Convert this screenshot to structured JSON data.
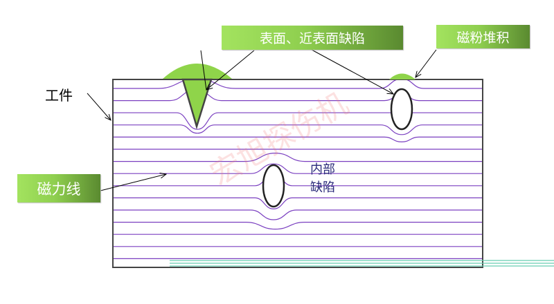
{
  "labels": {
    "surface_defect": "表面、近表面缺陷",
    "powder_accumulation": "磁粉堆积",
    "workpiece": "工件",
    "magnetic_lines": "磁力线",
    "internal_defect_line1": "内部",
    "internal_defect_line2": "缺陷"
  },
  "watermark": "宏旭探伤机",
  "colors": {
    "field_line": "#7a3fc0",
    "powder": "#8fd44a",
    "label_bg": "#8fcf4f"
  }
}
